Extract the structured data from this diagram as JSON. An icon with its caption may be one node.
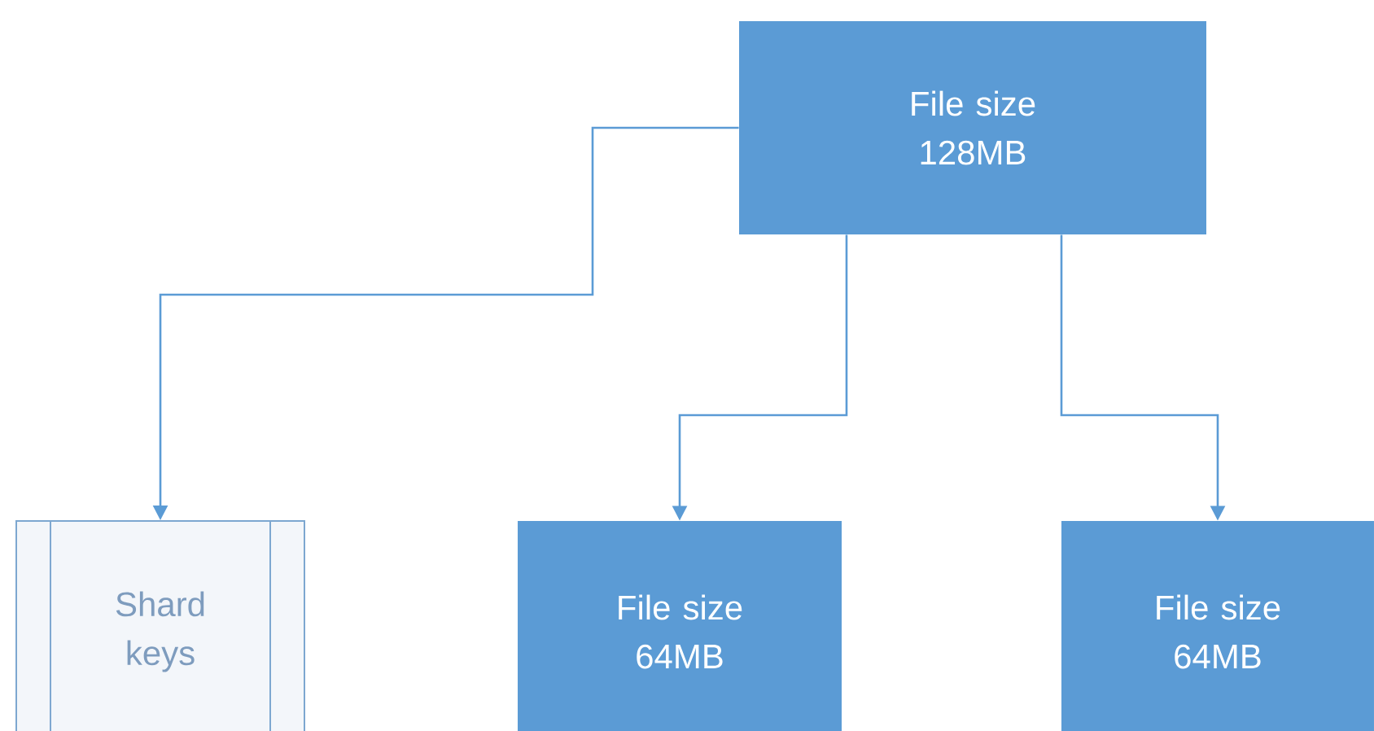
{
  "diagram": {
    "nodes": [
      {
        "text": [
          "File size 128MB"
        ]
      },
      {
        "text": [
          "Shard keys"
        ]
      },
      {
        "text": [
          "File size 64MB"
        ]
      },
      {
        "text": [
          "File size 64MB"
        ]
      }
    ],
    "edges": [
      {
        "from": 0,
        "to": 1,
        "arrow": "to"
      },
      {
        "from": 0,
        "to": 2,
        "arrow": "to"
      },
      {
        "from": 0,
        "to": 3,
        "arrow": "to"
      }
    ]
  }
}
